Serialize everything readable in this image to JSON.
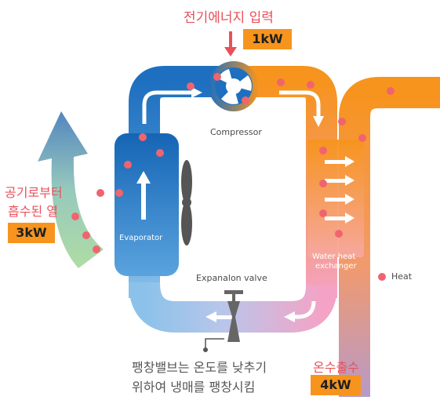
{
  "top": {
    "input_label": "전기에너지 입력",
    "input_value": "1kW"
  },
  "left": {
    "line1": "공기로부터",
    "line2": "흡수된 열",
    "value": "3kW"
  },
  "components": {
    "compressor": "Compressor",
    "evaporator": "Evaporator",
    "exchanger_line1": "Water heat",
    "exchanger_line2": "exchanger",
    "valve": "Expanalon valve"
  },
  "legend": {
    "heat": "Heat"
  },
  "bottom": {
    "valve_desc_line1": "팽창밸브는 온도를 낮추기",
    "valve_desc_line2": "위하여 냉매를 팽창시킴",
    "output_label": "온수출수",
    "output_value": "4kW"
  },
  "colors": {
    "blue_dark": "#1e6fc0",
    "blue_light": "#7fb8e6",
    "orange": "#f7941d",
    "pink": "#f4a3c6",
    "heat_dot": "#f0646e",
    "badge_bg": "#f7941d",
    "accent_red": "#e8505b"
  },
  "icons": [
    "down-arrow-icon",
    "compressor-fan-icon",
    "evaporator-fan-icon",
    "valve-icon",
    "heat-dot-icon"
  ]
}
